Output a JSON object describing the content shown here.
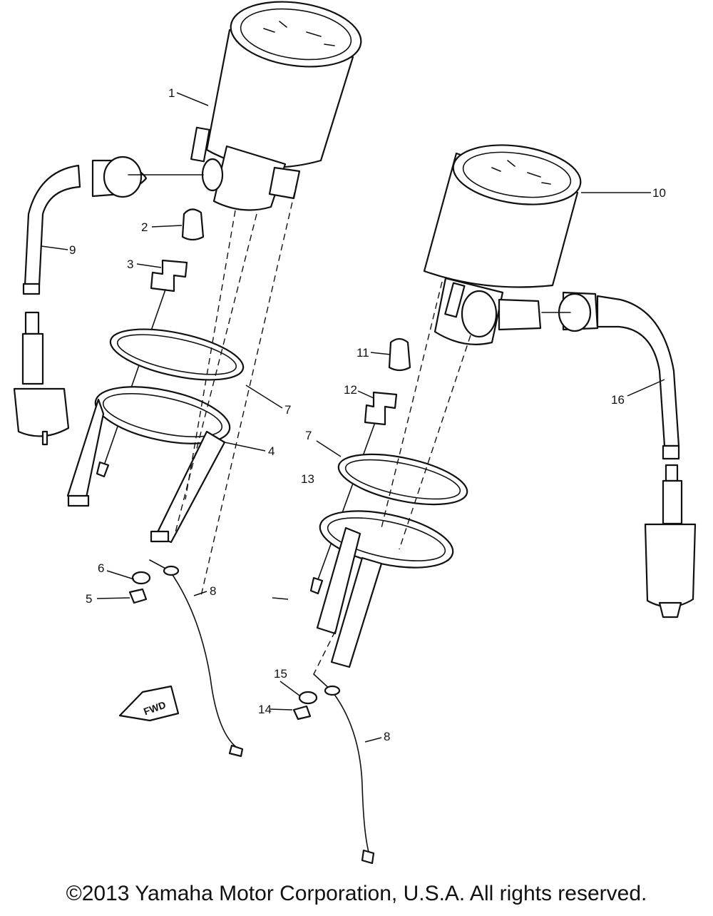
{
  "diagram": {
    "callouts": [
      {
        "id": "c1",
        "label": "1"
      },
      {
        "id": "c2",
        "label": "2"
      },
      {
        "id": "c3",
        "label": "3"
      },
      {
        "id": "c4",
        "label": "4"
      },
      {
        "id": "c5",
        "label": "5"
      },
      {
        "id": "c6",
        "label": "6"
      },
      {
        "id": "c7a",
        "label": "7"
      },
      {
        "id": "c7b",
        "label": "7"
      },
      {
        "id": "c8a",
        "label": "8"
      },
      {
        "id": "c8b",
        "label": "8"
      },
      {
        "id": "c9",
        "label": "9"
      },
      {
        "id": "c10",
        "label": "10"
      },
      {
        "id": "c11",
        "label": "11"
      },
      {
        "id": "c12",
        "label": "12"
      },
      {
        "id": "c13",
        "label": "13"
      },
      {
        "id": "c14",
        "label": "14"
      },
      {
        "id": "c15",
        "label": "15"
      },
      {
        "id": "c16",
        "label": "16"
      }
    ],
    "fwd_label": "FWD"
  },
  "footer": {
    "copyright": "©2013 Yamaha Motor Corporation, U.S.A. All rights reserved."
  }
}
